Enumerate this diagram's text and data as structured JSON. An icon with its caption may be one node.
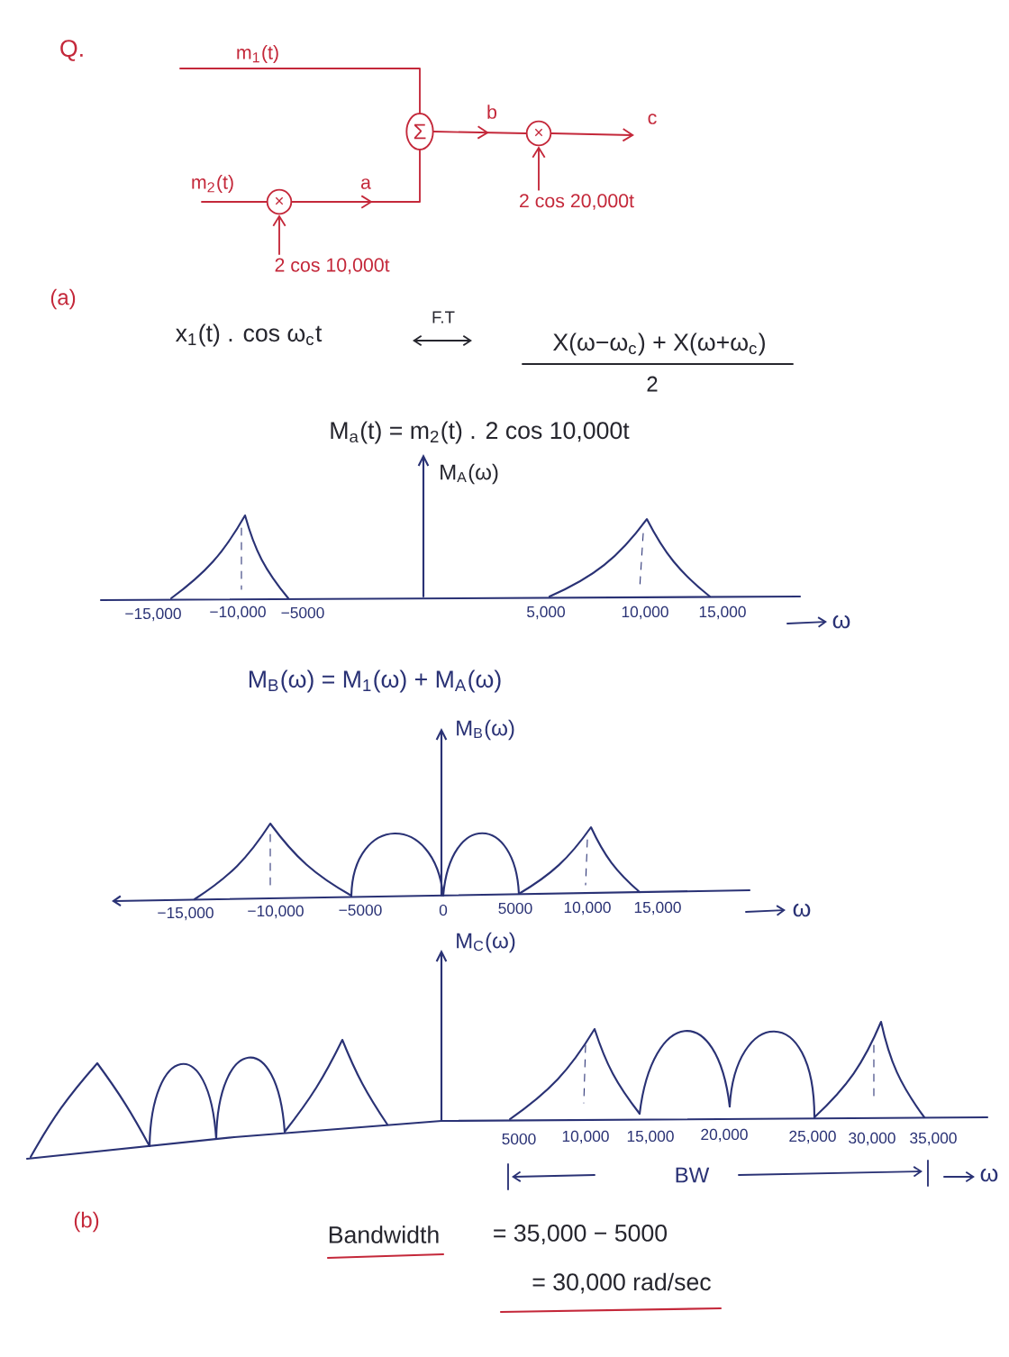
{
  "diagram": {
    "nodes": [
      {
        "text": [
          "Σ"
        ]
      },
      {
        "text": [
          "×"
        ]
      },
      {
        "text": [
          "×"
        ]
      },
      {
        "text": [
          "2 cos 20,000t"
        ]
      },
      {
        "text": [
          "2 cos 10,000t"
        ]
      }
    ],
    "edges": [
      {
        "from": null,
        "to": 0,
        "arrow": "none",
        "label": "m$_{1}$(t)"
      },
      {
        "from": null,
        "to": 2,
        "arrow": "none",
        "label": "m$_{2}$(t)"
      },
      {
        "from": 2,
        "to": 0,
        "arrow": "to",
        "label": "a"
      },
      {
        "from": 0,
        "to": 1,
        "arrow": "to",
        "label": "b"
      },
      {
        "from": 1,
        "to": null,
        "arrow": "to",
        "label": "c"
      },
      {
        "from": 4,
        "to": 2,
        "arrow": "to"
      },
      {
        "from": 3,
        "to": 1,
        "arrow": "to"
      }
    ],
    "labels": [
      "Q.",
      "(a)",
      "x$_{1}$(t) . cos ω$_{c}$t",
      "F.T",
      "X(ω−ω$_{c}$) + X(ω+ω$_{c}$)",
      "2",
      "M$_{a}$(t) = m$_{2}$(t) . 2 cos 10,000t",
      "M$_{A}$(ω)",
      "−15,000",
      "−10,000",
      "−5000",
      "5,000",
      "10,000",
      "15,000",
      "ω",
      "M$_{B}$(ω) = M$_{1}$(ω) + M$_{A}$(ω)",
      "M$_{B}$(ω)",
      "−15,000",
      "−10,000",
      "−5000",
      "0",
      "5000",
      "10,000",
      "15,000",
      "ω",
      "M$_{C}$(ω)",
      "5000",
      "10,000",
      "15,000",
      "20,000",
      "25,000",
      "30,000",
      "35,000",
      "BW",
      "ω",
      "(b)",
      "Bandwidth",
      "= 35,000 − 5000",
      "= 30,000 rad/sec"
    ]
  }
}
